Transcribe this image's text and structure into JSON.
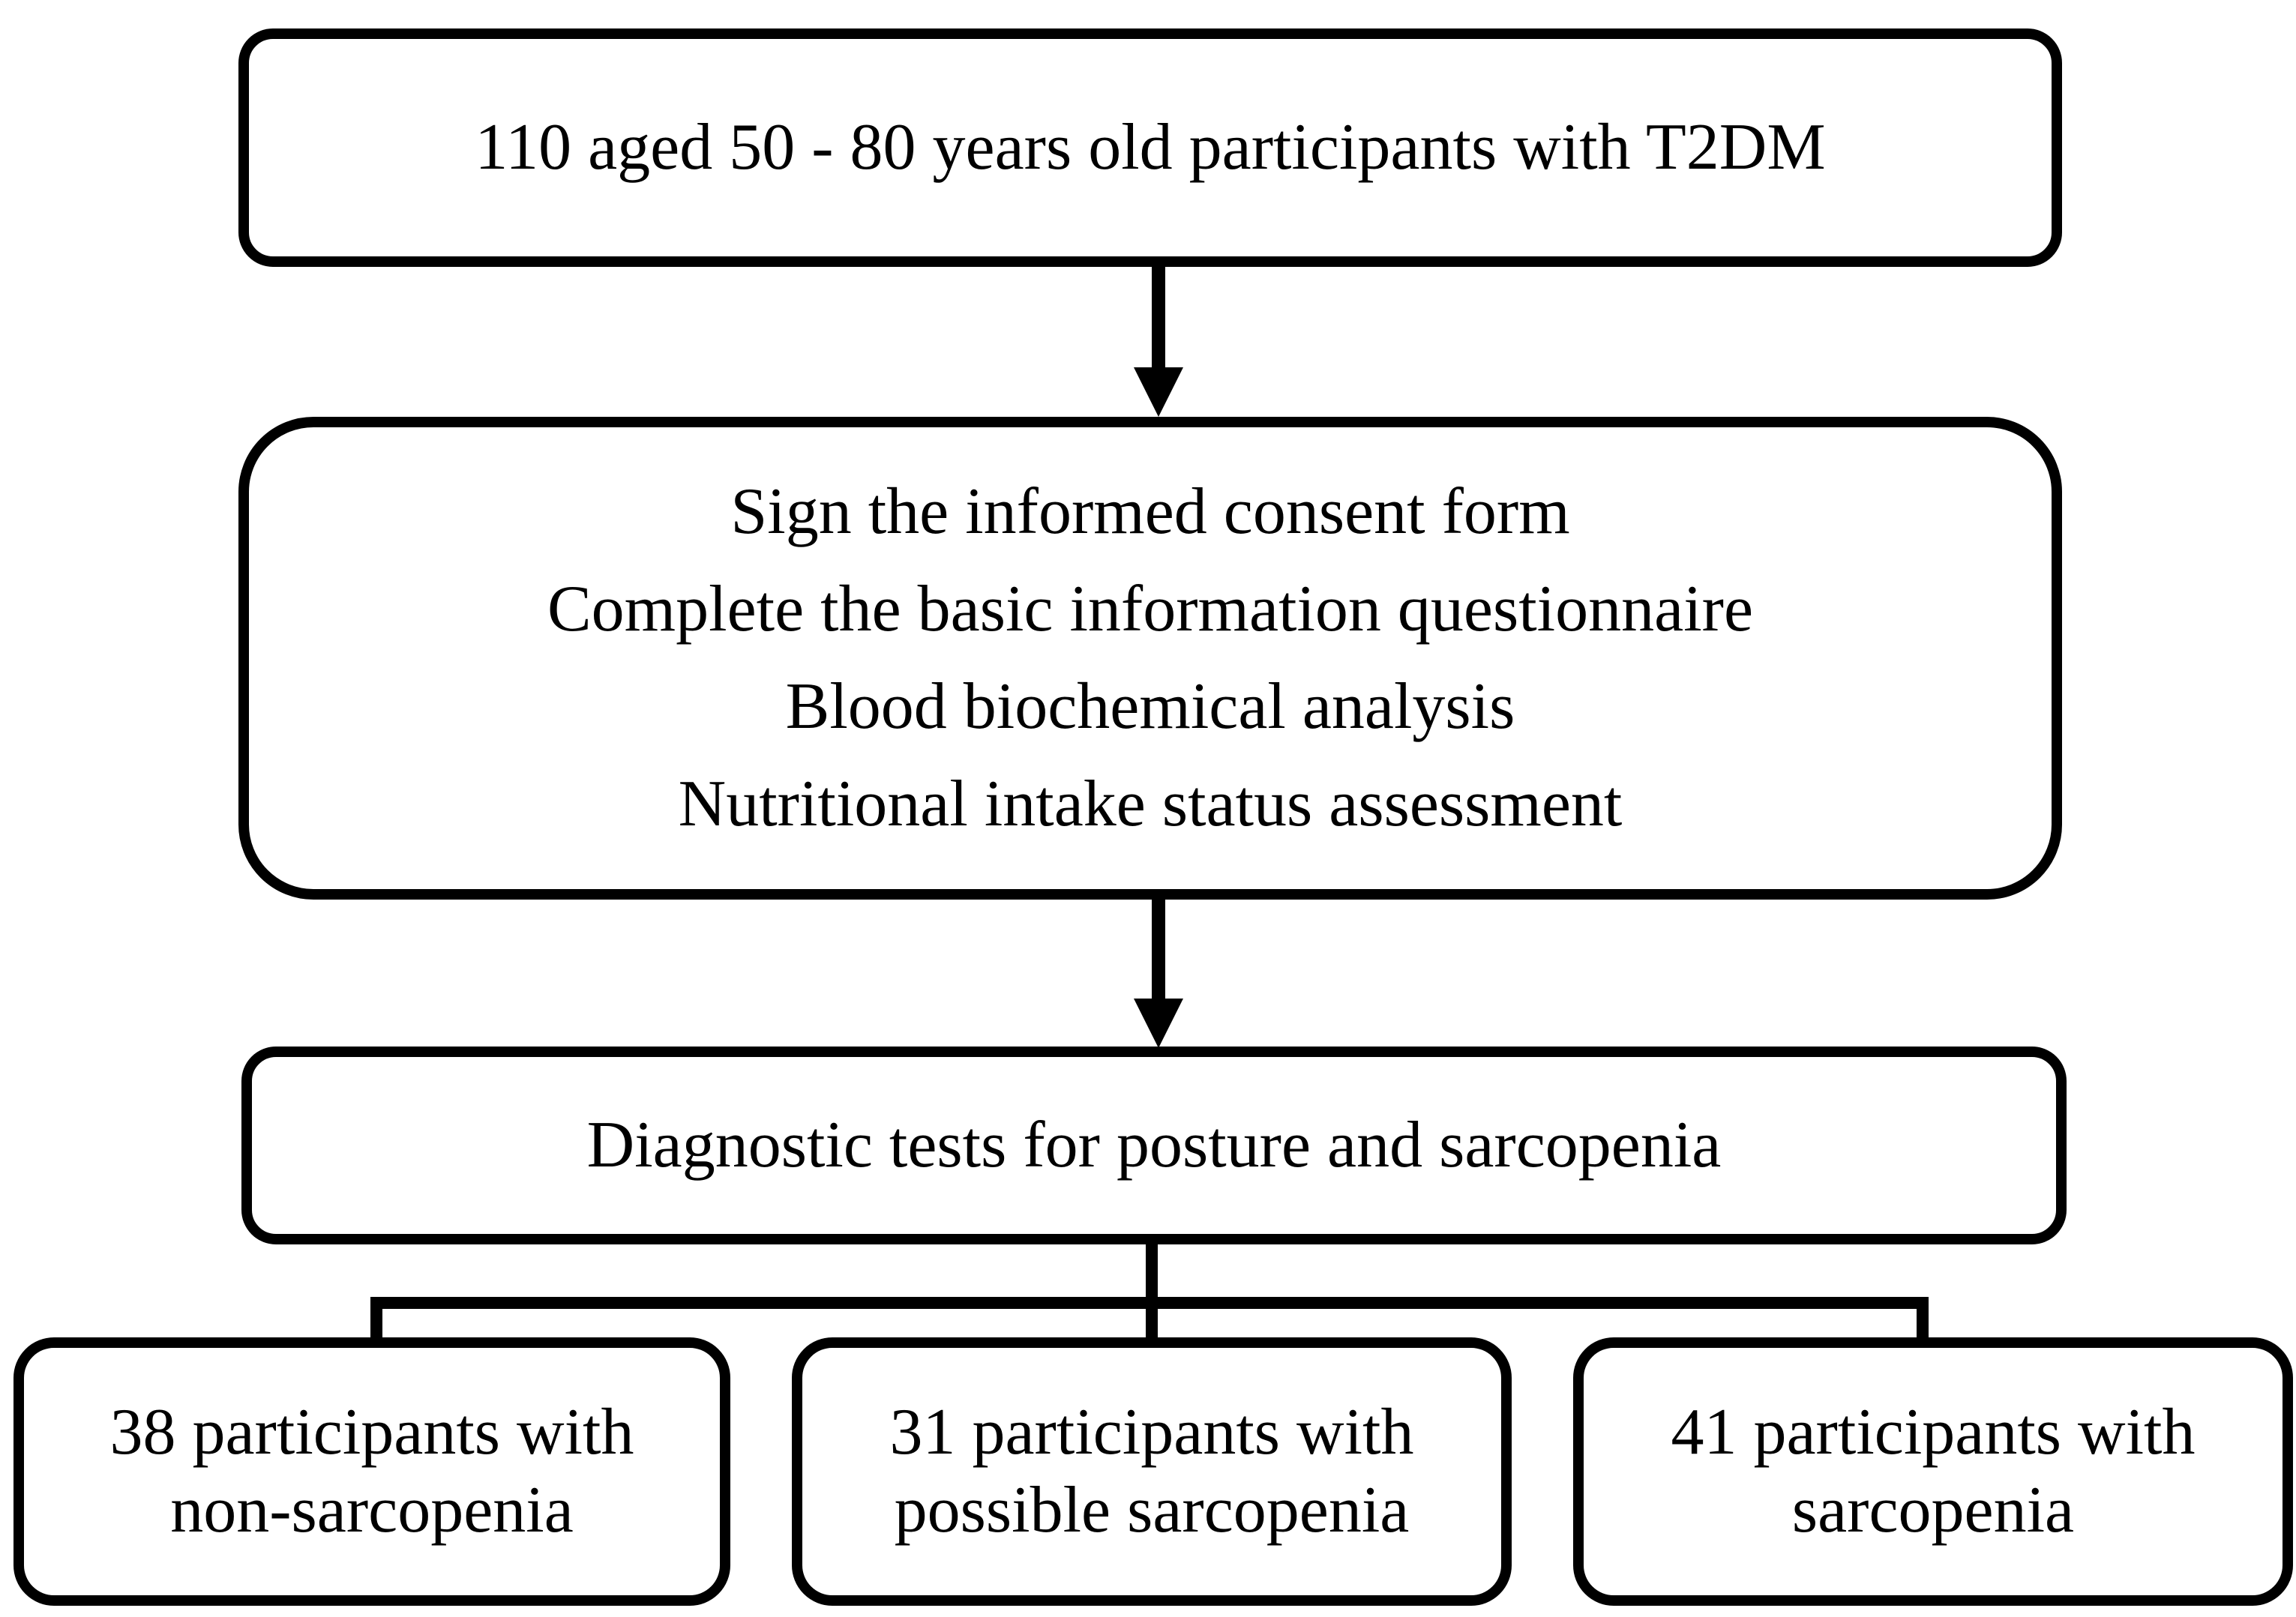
{
  "flowchart": {
    "top_box": {
      "text": "110 aged 50 - 80 years old participants with T2DM"
    },
    "middle_box": {
      "lines": [
        "Sign the informed consent form",
        "Complete the basic information questionnaire",
        "Blood biochemical analysis",
        "Nutritional intake status assessment"
      ]
    },
    "diagnostic_box": {
      "text": "Diagnostic tests for posture and sarcopenia"
    },
    "outcomes": [
      {
        "line1": "38 participants with",
        "line2": "non-sarcopenia"
      },
      {
        "line1": "31 participants with",
        "line2": "possible sarcopenia"
      },
      {
        "line1": "41 participants with",
        "line2": "sarcopenia"
      }
    ]
  },
  "colors": {
    "stroke": "#000000",
    "background": "#ffffff"
  }
}
